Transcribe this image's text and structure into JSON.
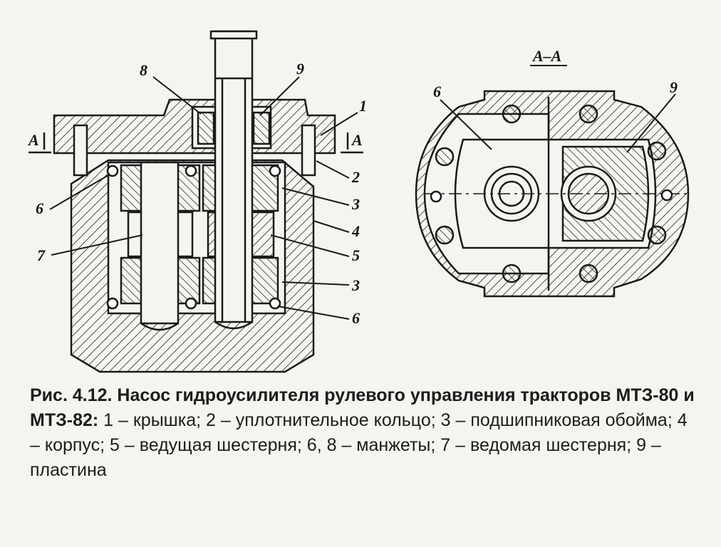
{
  "section_title": "А–А",
  "section_marks": {
    "left": "А",
    "right": "А"
  },
  "left_labels": [
    "8",
    "9",
    "1",
    "2",
    "3",
    "4",
    "5",
    "3",
    "6",
    "6",
    "7"
  ],
  "right_labels": [
    "6",
    "9"
  ],
  "caption": {
    "heading": "Рис. 4.12. Насос гидроусилителя рулевого управления тракторов МТЗ-80 и МТЗ-82:",
    "text": " 1 – крышка; 2 – уплотнительное кольцо; 3 – подшипниковая обойма; 4 – корпус; 5 – ведущая шестерня; 6, 8 – манжеты; 7 – ведомая шестерня; 9 – пластина"
  }
}
